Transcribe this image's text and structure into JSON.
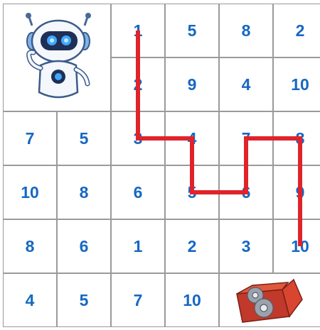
{
  "grid": {
    "rows": 6,
    "cols": 6,
    "cells": [
      [
        null,
        null,
        "1",
        "5",
        "8",
        "2"
      ],
      [
        null,
        null,
        "2",
        "9",
        "4",
        "10"
      ],
      [
        "7",
        "5",
        "3",
        "4",
        "7",
        "8"
      ],
      [
        "10",
        "8",
        "6",
        "5",
        "6",
        "9"
      ],
      [
        "8",
        "6",
        "1",
        "2",
        "3",
        "10"
      ],
      [
        "4",
        "5",
        "7",
        "10",
        null,
        null
      ]
    ]
  },
  "robot": {
    "icon": "robot-icon"
  },
  "goal": {
    "icon": "toolbox-gears-icon"
  },
  "path": {
    "color": "#e0232b",
    "cells": [
      [
        0,
        2
      ],
      [
        1,
        2
      ],
      [
        2,
        2
      ],
      [
        2,
        3
      ],
      [
        3,
        3
      ],
      [
        3,
        4
      ],
      [
        2,
        4
      ],
      [
        2,
        5
      ],
      [
        3,
        5
      ],
      [
        4,
        5
      ]
    ]
  },
  "colors": {
    "number": "#1668c2",
    "border": "#9a9a9a"
  }
}
